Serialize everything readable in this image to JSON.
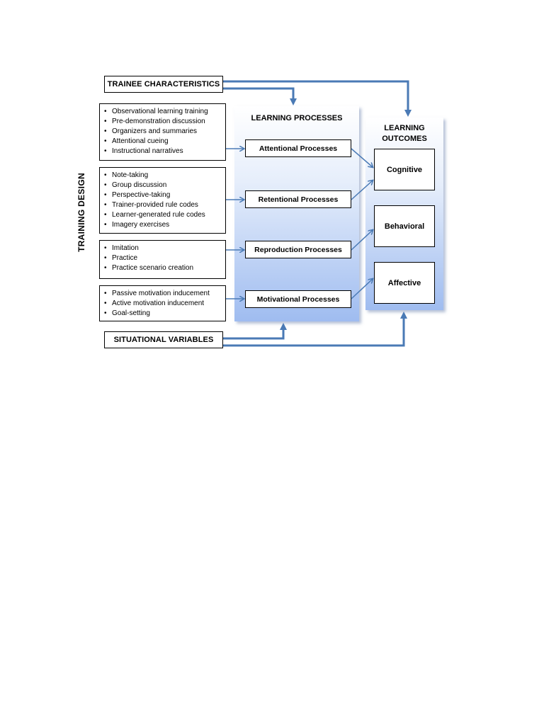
{
  "trainee_characteristics": "TRAINEE CHARACTERISTICS",
  "situational_variables": "SITUATIONAL VARIABLES",
  "training_design": "TRAINING DESIGN",
  "learning_processes": {
    "title": "LEARNING PROCESSES",
    "items": [
      "Attentional Processes",
      "Retentional Processes",
      "Reproduction Processes",
      "Motivational Processes"
    ]
  },
  "learning_outcomes": {
    "title_line1": "LEARNING",
    "title_line2": "OUTCOMES",
    "items": [
      "Cognitive",
      "Behavioral",
      "Affective"
    ]
  },
  "design_lists": [
    [
      "Observational learning training",
      "Pre-demonstration discussion",
      "Organizers and summaries",
      "Attentional cueing",
      "Instructional narratives"
    ],
    [
      "Note-taking",
      "Group discussion",
      "Perspective-taking",
      "Trainer-provided rule codes",
      "Learner-generated rule codes",
      "Imagery exercises"
    ],
    [
      "Imitation",
      "Practice",
      "Practice scenario creation"
    ],
    [
      "Passive motivation inducement",
      "Active motivation inducement",
      "Goal-setting"
    ]
  ],
  "colors": {
    "arrow": "#4a7ab5",
    "panel_bottom": "#9fbcf0"
  }
}
